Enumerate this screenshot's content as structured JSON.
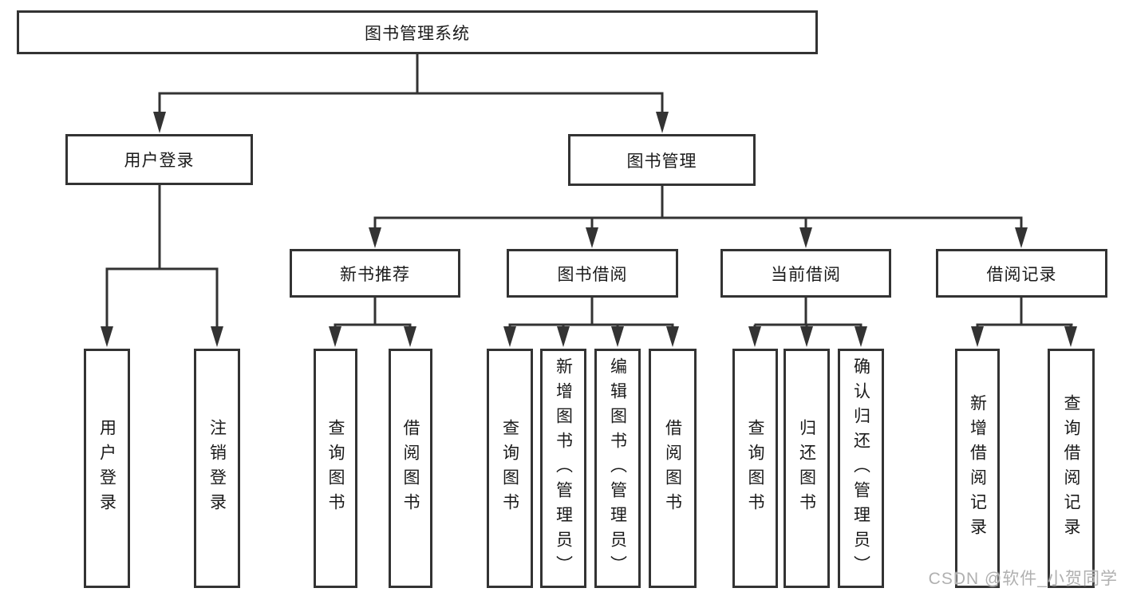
{
  "colors": {
    "background": "#ffffff",
    "line": "#333333",
    "text": "#1a1a1a",
    "watermark": "#b0b0b0"
  },
  "watermark": {
    "text": "CSDN @软件_小贺同学"
  },
  "tree": {
    "root": "图书管理系统",
    "login": {
      "label": "用户登录",
      "children": [
        "用户登录",
        "注销登录"
      ]
    },
    "manage": {
      "label": "图书管理",
      "sections": [
        {
          "label": "新书推荐",
          "children": [
            "查询图书",
            "借阅图书"
          ]
        },
        {
          "label": "图书借阅",
          "children": [
            "查询图书",
            "新增图书（管理员）",
            "编辑图书（管理员）",
            "借阅图书"
          ]
        },
        {
          "label": "当前借阅",
          "children": [
            "查询图书",
            "归还图书",
            "确认归还（管理员）"
          ]
        },
        {
          "label": "借阅记录",
          "children": [
            "新增借阅记录",
            "查询借阅记录"
          ]
        }
      ]
    }
  }
}
